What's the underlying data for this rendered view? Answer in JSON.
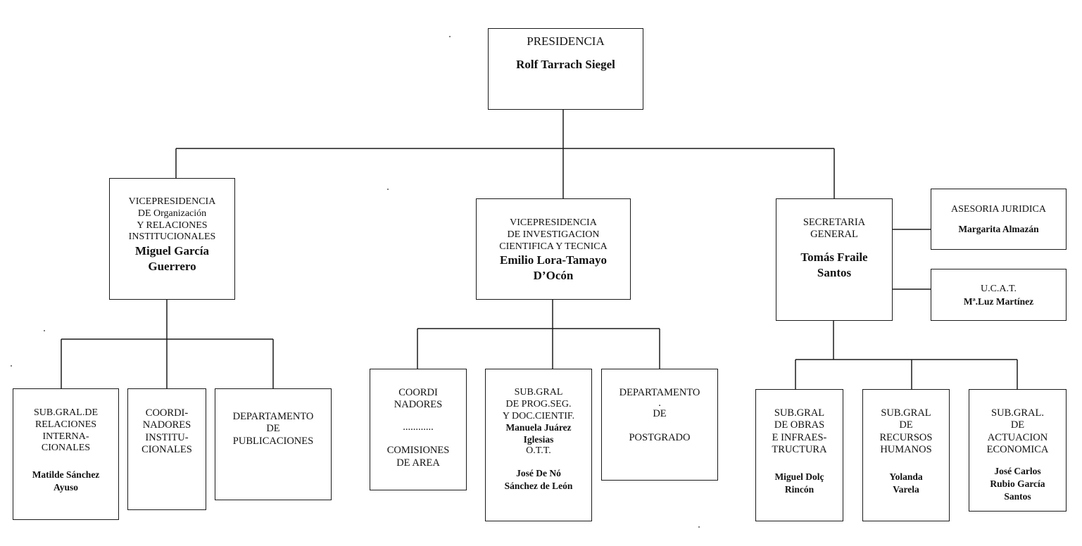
{
  "presidencia": {
    "title": "PRESIDENCIA",
    "name": "Rolf Tarrach Siegel"
  },
  "vp_org": {
    "lines": [
      "VICEPRESIDENCIA",
      "DE Organización",
      "Y RELACIONES",
      "INSTITUCIONALES"
    ],
    "name_lines": [
      "Miguel García",
      "Guerrero"
    ]
  },
  "vp_inv": {
    "lines": [
      "VICEPRESIDENCIA",
      "DE INVESTIGACION",
      "CIENTIFICA Y TECNICA"
    ],
    "name_lines": [
      "Emilio Lora-Tamayo",
      "D’Ocón"
    ]
  },
  "secretaria": {
    "lines": [
      "SECRETARIA",
      "GENERAL"
    ],
    "name_lines": [
      "Tomás Fraile",
      "Santos"
    ]
  },
  "asesoria": {
    "title": "ASESORIA JURIDICA",
    "name": "Margarita Almazán"
  },
  "ucat": {
    "title": "U.C.A.T.",
    "name": "Mª.Luz Martínez"
  },
  "sub_rel": {
    "lines": [
      "SUB.GRAL.DE",
      "RELACIONES",
      "INTERNA-",
      "CIONALES"
    ],
    "name_lines": [
      "Matilde Sánchez",
      "Ayuso"
    ]
  },
  "coord_inst": {
    "lines": [
      "COORDI-",
      "NADORES",
      "INSTITU-",
      "CIONALES"
    ]
  },
  "dep_pub": {
    "lines": [
      "DEPARTAMENTO",
      "DE",
      "PUBLICACIONES"
    ]
  },
  "coord_area": {
    "lines": [
      "COORDI",
      "NADORES"
    ],
    "dots": "............",
    "lines2": [
      "COMISIONES",
      "DE AREA"
    ]
  },
  "sub_prog": {
    "lines": [
      "SUB.GRAL",
      "DE PROG.SEG.",
      "Y DOC.CIENTIF."
    ],
    "name1_lines": [
      "Manuela Juárez",
      "Iglesias"
    ],
    "ott": "O.T.T.",
    "name2_lines": [
      "José De Nó",
      "Sánchez de León"
    ]
  },
  "dep_post": {
    "lines": [
      "DEPARTAMENTO",
      ".",
      "DE",
      "POSTGRADO"
    ]
  },
  "sub_obras": {
    "lines": [
      "SUB.GRAL",
      "DE OBRAS",
      "E INFRAES-",
      "TRUCTURA"
    ],
    "name_lines": [
      "Miguel Dolç",
      "Rincón"
    ]
  },
  "sub_rrhh": {
    "lines": [
      "SUB.GRAL",
      "DE",
      "RECURSOS",
      "HUMANOS"
    ],
    "name_lines": [
      "Yolanda",
      "Varela"
    ]
  },
  "sub_econ": {
    "lines": [
      "SUB.GRAL.",
      "DE",
      "ACTUACION",
      "ECONOMICA"
    ],
    "name_lines": [
      "José Carlos",
      "Rubio García",
      "Santos"
    ]
  }
}
